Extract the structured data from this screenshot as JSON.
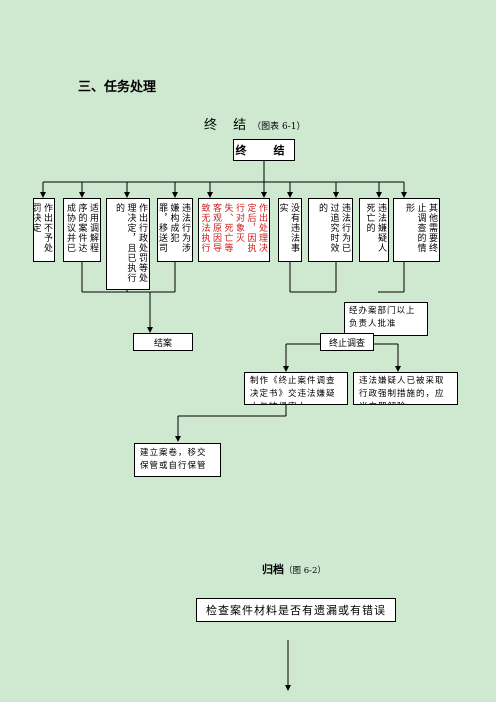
{
  "section_heading": "三、任务处理",
  "fig1": {
    "title": "终 结",
    "subtitle": "（图表 6-1）",
    "root": "终　结",
    "branches": [
      {
        "text": "作出不予处罚决定",
        "red": false
      },
      {
        "text": "适用调解程序的案件达成协议并已履行的",
        "red": false
      },
      {
        "text": "作出行政处罚等处理决定，且已执行的",
        "red": false
      },
      {
        "text": "违法行为涉嫌构成犯罪，移送司法机关的",
        "red": false
      },
      {
        "text": "作出处理决定后，因执行对象灭失、死亡等客观原因导致无法执行或者无需执行的",
        "red": true
      },
      {
        "text": "没有违法事实",
        "red": false
      },
      {
        "text": "违法行为已过追究时效的",
        "red": false
      },
      {
        "text": "违法嫌疑人死亡的",
        "red": false
      },
      {
        "text": "其他需要终止调查的情形",
        "red": false
      }
    ],
    "approval": "经办案部门以上负责人批准",
    "close_case": "结案",
    "terminate": "终止调查",
    "notice": "制作《终止案件调查决定书》交违法嫌疑人与被侵害人",
    "release": "违法嫌疑人已被采取行政强制措施的，应当立即解除",
    "archive_note": "建立案卷，移交保管或自行保管"
  },
  "fig2": {
    "title": "归档",
    "subtitle": "（图 6-2）",
    "check": "检查案件材料是否有遗漏或有错误"
  }
}
